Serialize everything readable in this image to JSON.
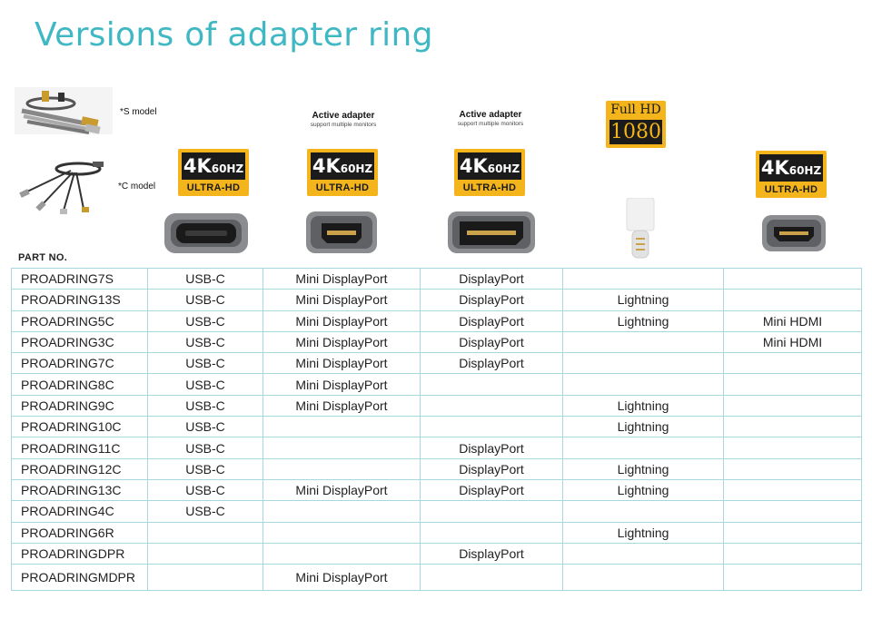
{
  "title": "Versions of adapter ring",
  "models": {
    "s_label": "*S model",
    "c_label": "*C model"
  },
  "active_note": {
    "heading": "Active adapter",
    "sub": "support multiple monitors"
  },
  "badges": {
    "uhd_main": "4K",
    "uhd_hz": "60HZ",
    "uhd_bottom": "ULTRA-HD",
    "fhd_top": "Full HD",
    "fhd_bottom": "1080"
  },
  "part_no_label": "PART NO.",
  "colors": {
    "title": "#3fb8c4",
    "grid": "#a8d8df",
    "badge": "#f3b51b"
  },
  "rows": [
    [
      "PROADRING7S",
      "USB-C",
      "Mini DisplayPort",
      "DisplayPort",
      "",
      ""
    ],
    [
      "PROADRING13S",
      "USB-C",
      "Mini DisplayPort",
      "DisplayPort",
      "Lightning",
      ""
    ],
    [
      "PROADRING5C",
      "USB-C",
      "Mini DisplayPort",
      "DisplayPort",
      "Lightning",
      "Mini HDMI"
    ],
    [
      "PROADRING3C",
      "USB-C",
      "Mini DisplayPort",
      "DisplayPort",
      "",
      "Mini HDMI"
    ],
    [
      "PROADRING7C",
      "USB-C",
      "Mini DisplayPort",
      "DisplayPort",
      "",
      ""
    ],
    [
      "PROADRING8C",
      "USB-C",
      "Mini DisplayPort",
      "",
      "",
      ""
    ],
    [
      "PROADRING9C",
      "USB-C",
      "Mini DisplayPort",
      "",
      "Lightning",
      ""
    ],
    [
      "PROADRING10C",
      "USB-C",
      "",
      "",
      "Lightning",
      ""
    ],
    [
      "PROADRING11C",
      "USB-C",
      "",
      "DisplayPort",
      "",
      ""
    ],
    [
      "PROADRING12C",
      "USB-C",
      "",
      "DisplayPort",
      "Lightning",
      ""
    ],
    [
      "PROADRING13C",
      "USB-C",
      "Mini DisplayPort",
      "DisplayPort",
      "Lightning",
      ""
    ],
    [
      "PROADRING4C",
      "USB-C",
      "",
      "",
      "",
      ""
    ],
    [
      "PROADRING6R",
      "",
      "",
      "",
      "Lightning",
      ""
    ],
    [
      "PROADRINGDPR",
      "",
      "",
      "DisplayPort",
      "",
      ""
    ],
    [
      "PROADRINGMDPR",
      "",
      "Mini DisplayPort",
      "",
      "",
      ""
    ]
  ]
}
